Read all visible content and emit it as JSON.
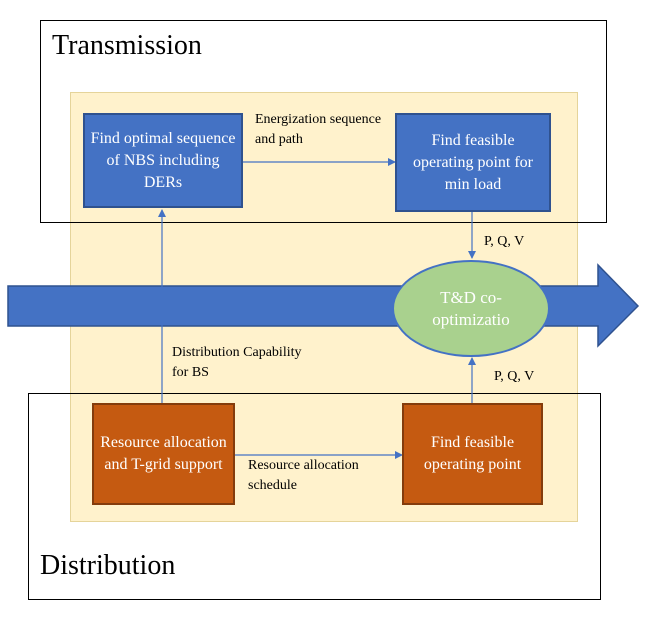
{
  "regions": {
    "transmission": "Transmission",
    "distribution": "Distribution"
  },
  "boxes": {
    "nbs": "Find optimal sequence of NBS including DERs",
    "feasible_min_load": "Find feasible operating point for min load",
    "resource_allocation": "Resource allocation and T-grid support",
    "feasible_point": "Find feasible operating point",
    "co_opt": "T&D co-optimizatio"
  },
  "labels": {
    "energization": "Energization sequence and path",
    "pqv_top": "P, Q, V",
    "pqv_bottom": "P, Q, V",
    "dist_capability": "Distribution Capability for BS",
    "resource_schedule": "Resource allocation schedule"
  },
  "colors": {
    "blue_box": "#4472c4",
    "orange_box": "#c55a11",
    "ellipse": "#a9d18e",
    "background_panel": "#fff2cc",
    "arrow": "#4472c4",
    "connector": "#4472c4"
  }
}
